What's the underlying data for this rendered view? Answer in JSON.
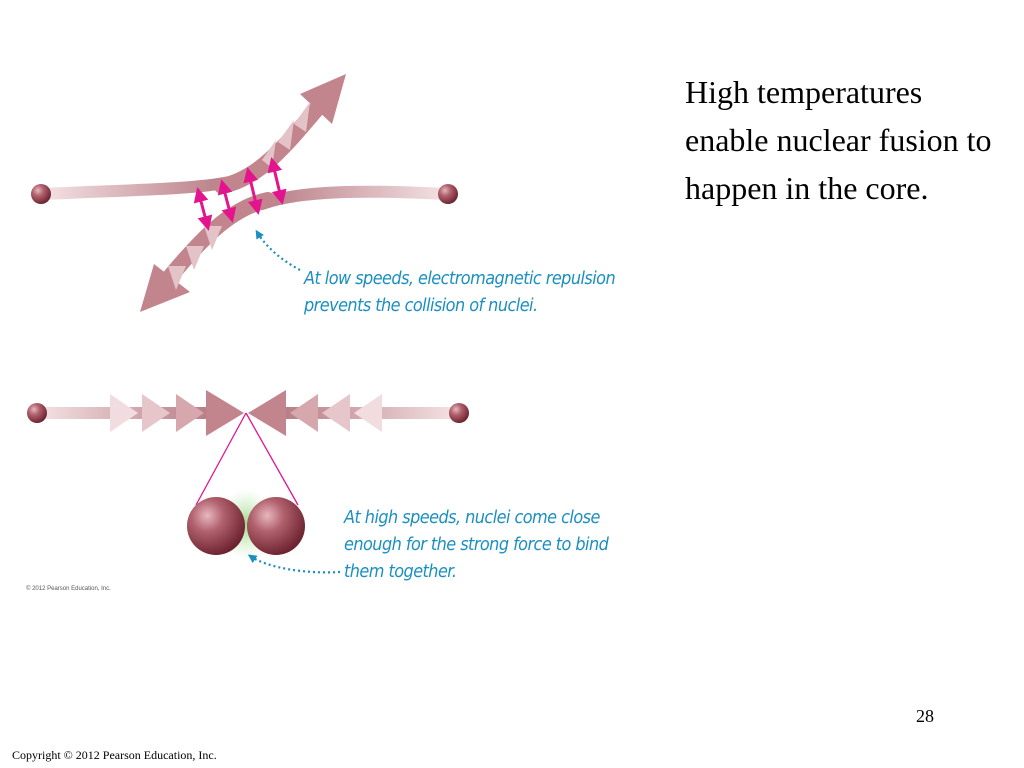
{
  "slide": {
    "main_text": "High temperatures enable nuclear fusion to happen in the core.",
    "slide_number": "28",
    "copyright": "Copyright © 2012 Pearson Education, Inc."
  },
  "figure": {
    "low_speed_caption_line1": "At low speeds, electromagnetic repulsion",
    "low_speed_caption_line2": "prevents the collision of nuclei.",
    "high_speed_caption_line1": "At high speeds, nuclei come close",
    "high_speed_caption_line2": "enough for the strong force to bind",
    "high_speed_caption_line3": "them together.",
    "credit": "© 2012 Pearson Education, Inc."
  },
  "colors": {
    "nucleus": "#8c3a48",
    "path": "#c98e95",
    "repulsion_arrows": "#e2158f",
    "callout": "#1a8fc0",
    "strong_force_glow": "#9ed889"
  }
}
